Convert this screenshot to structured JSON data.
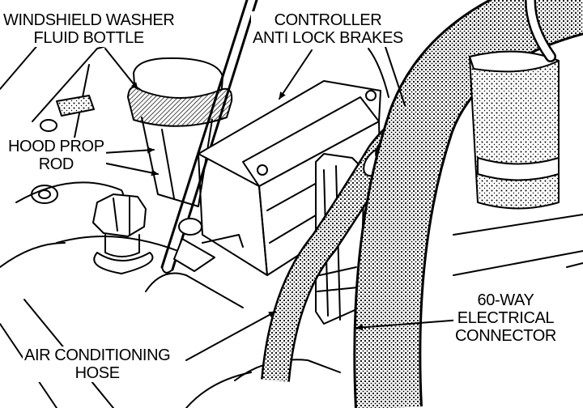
{
  "labels": {
    "washer_bottle": {
      "line1": "WINDSHIELD WASHER",
      "line2": "FLUID BOTTLE"
    },
    "controller": {
      "line1": "CONTROLLER",
      "line2": "ANTI LOCK BRAKES"
    },
    "hood_prop": {
      "line1": "HOOD PROP",
      "line2": "ROD"
    },
    "ac_hose": {
      "line1": "AIR CONDITIONING",
      "line2": "HOSE"
    },
    "connector": {
      "line1": "60-WAY",
      "line2": "ELECTRICAL",
      "line3": "CONNECTOR"
    }
  }
}
